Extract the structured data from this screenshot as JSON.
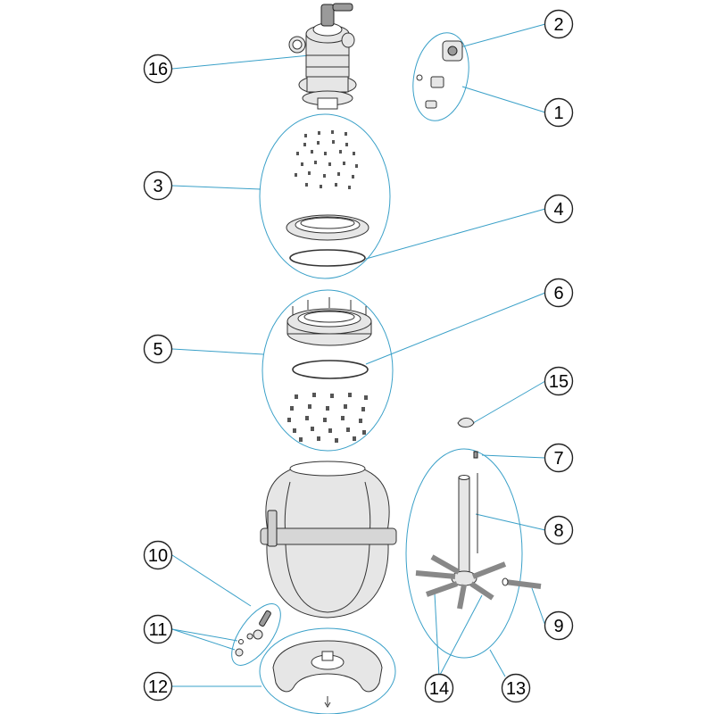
{
  "diagram": {
    "callouts": [
      {
        "id": "c1",
        "label": "1"
      },
      {
        "id": "c2",
        "label": "2"
      },
      {
        "id": "c3",
        "label": "3"
      },
      {
        "id": "c4",
        "label": "4"
      },
      {
        "id": "c5",
        "label": "5"
      },
      {
        "id": "c6",
        "label": "6"
      },
      {
        "id": "c7",
        "label": "7"
      },
      {
        "id": "c8",
        "label": "8"
      },
      {
        "id": "c9",
        "label": "9"
      },
      {
        "id": "c10",
        "label": "10"
      },
      {
        "id": "c11",
        "label": "11"
      },
      {
        "id": "c12",
        "label": "12"
      },
      {
        "id": "c13",
        "label": "13"
      },
      {
        "id": "c14",
        "label": "14"
      },
      {
        "id": "c15",
        "label": "15"
      },
      {
        "id": "c16",
        "label": "16"
      }
    ],
    "colors": {
      "leader": "#3aa0c8",
      "outline": "#333333",
      "fill": "#e6e6e6"
    }
  }
}
